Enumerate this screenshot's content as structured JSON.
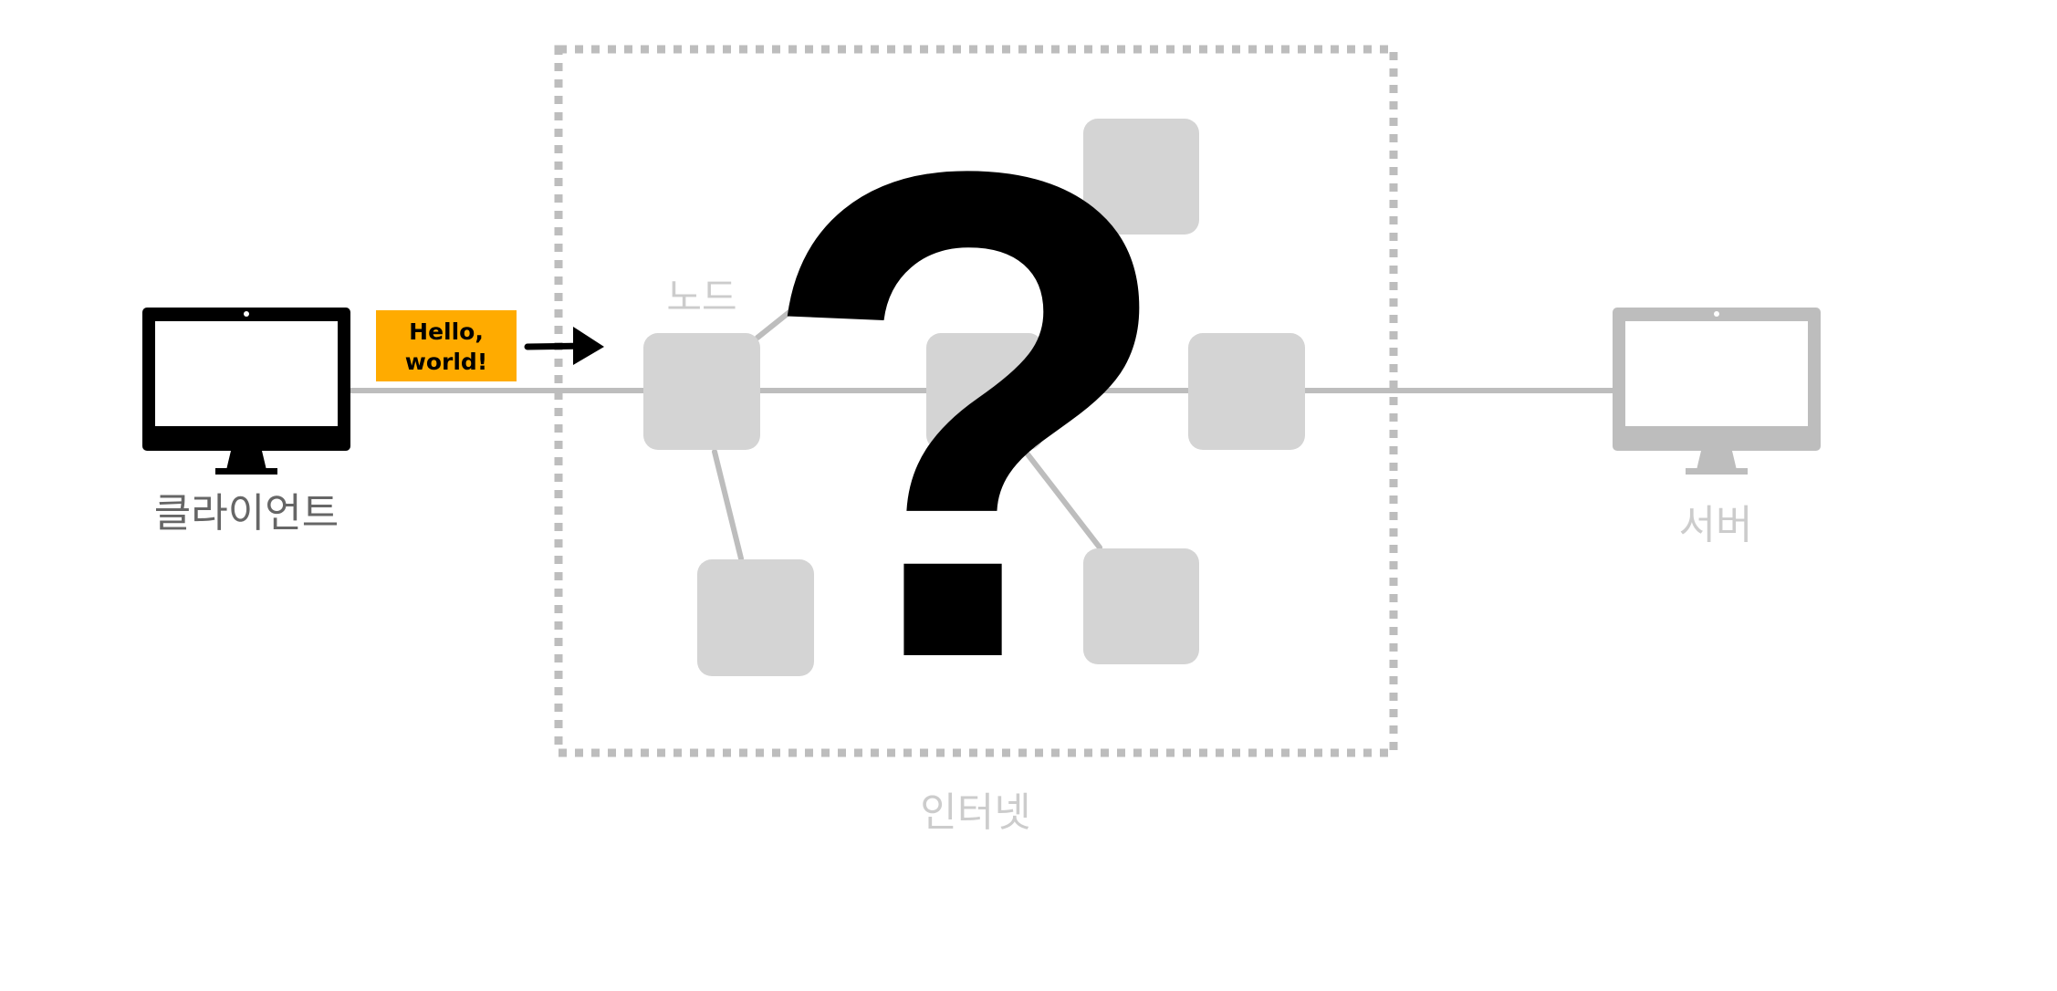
{
  "client": {
    "label": "클라이언트"
  },
  "server": {
    "label": "서버"
  },
  "message": {
    "line1": "Hello,",
    "line2": "world!"
  },
  "node": {
    "label": "노드"
  },
  "internet": {
    "label": "인터넷"
  },
  "mystery": {
    "symbol": "?"
  },
  "colors": {
    "active": "#000000",
    "inactive": "#bdbdbd",
    "node_fill": "#d4d4d4",
    "message_fill": "#ffab00",
    "client_label": "#666666",
    "faded_label": "#cccccc"
  }
}
